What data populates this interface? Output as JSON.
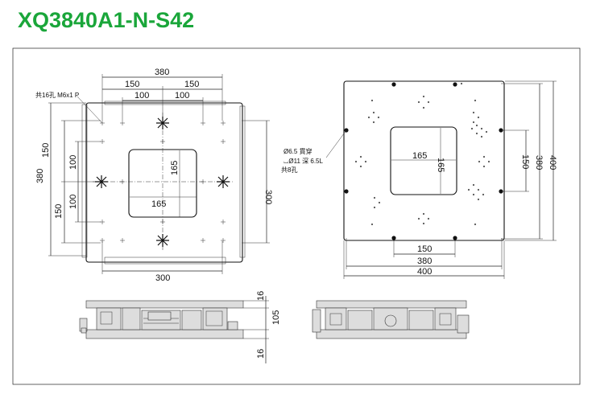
{
  "title": "XQ3840A1-N-S42",
  "top_view": {
    "dims": {
      "w380": "380",
      "w150a": "150",
      "w150b": "150",
      "w100a": "100",
      "w100b": "100",
      "h150a": "150",
      "h100a": "100",
      "h380": "380",
      "h100b": "100",
      "h150b": "150",
      "h300": "300",
      "w300": "300",
      "c165w": "165",
      "c165h": "165"
    },
    "hole_note": "共16孔 M6x1 P"
  },
  "bottom_view": {
    "dims": {
      "c165w": "165",
      "c165h": "165",
      "h150": "150",
      "h380": "380",
      "h400": "400",
      "w150": "150",
      "w380": "380",
      "w400": "400"
    },
    "hole_note": {
      "line1": "Ø6.5 貫穿",
      "line2": "⌴Ø11 深 6.5L",
      "line3": "共8孔"
    }
  },
  "side_view": {
    "dims": {
      "h16a": "16",
      "h105": "105",
      "h16b": "16"
    }
  }
}
